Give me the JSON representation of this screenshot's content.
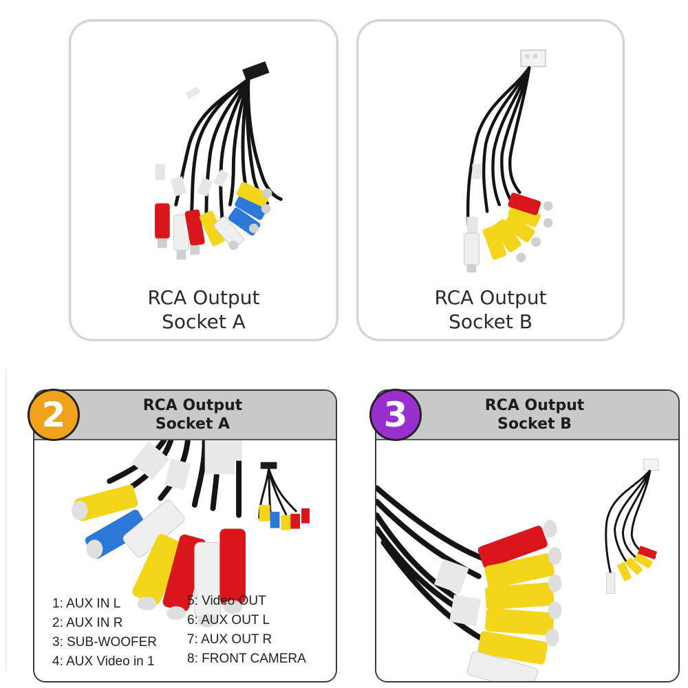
{
  "top_cards": [
    {
      "caption_line1": "RCA Output",
      "caption_line2": "Socket A"
    },
    {
      "caption_line1": "RCA Output",
      "caption_line2": "Socket B"
    }
  ],
  "panels": [
    {
      "number": "2",
      "badge_color": "#f0a21b",
      "title_line1": "RCA Output",
      "title_line2": "Socket A",
      "legend_col1": [
        "1: AUX IN L",
        "2: AUX IN R",
        "3: SUB-WOOFER",
        "4: AUX Video in 1"
      ],
      "legend_col2": [
        "5: Video OUT",
        "6: AUX OUT L",
        "7: AUX OUT R",
        "8: FRONT CAMERA"
      ]
    },
    {
      "number": "3",
      "badge_color": "#9a2fd0",
      "title_line1": "RCA Output",
      "title_line2": "Socket B"
    }
  ],
  "colors": {
    "rca_red": "#d8161c",
    "rca_yellow": "#f3d51c",
    "rca_blue": "#2c78d8",
    "rca_white": "#efefef",
    "cable": "#141414",
    "header_gray": "#c9c9c9"
  },
  "icons": [
    "cable-harness-socket-a-image",
    "cable-harness-socket-b-image"
  ]
}
